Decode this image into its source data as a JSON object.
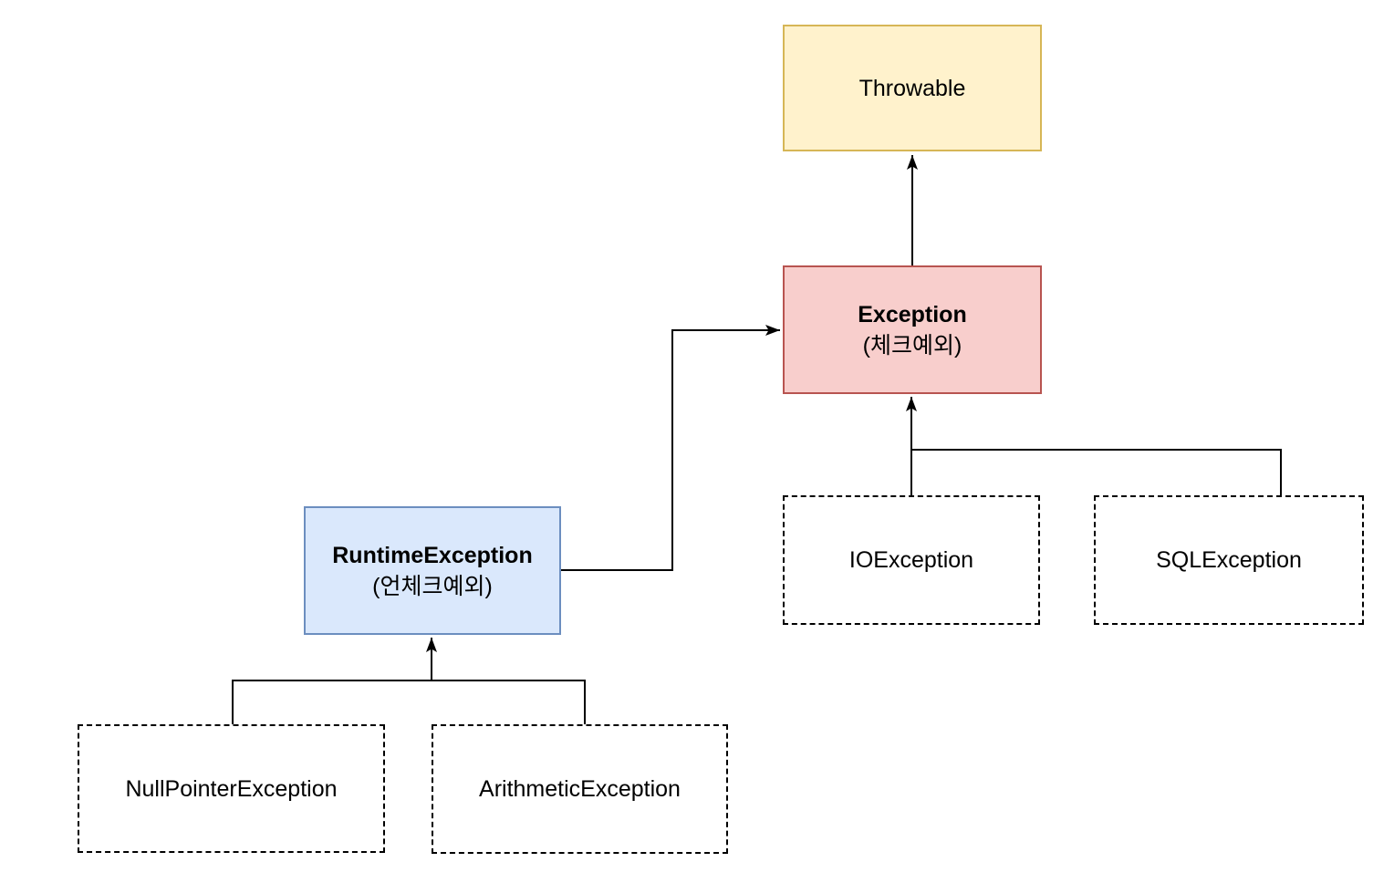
{
  "diagram": {
    "background_color": "#FFFFFF",
    "edge_color": "#000000",
    "nodes": {
      "throwable": {
        "label": "Throwable",
        "fill": "#FFF2CC",
        "stroke": "#D6B656"
      },
      "exception": {
        "label": "Exception",
        "sublabel": "(체크예외)",
        "fill": "#F8CECC",
        "stroke": "#B85450"
      },
      "runtime_exception": {
        "label": "RuntimeException",
        "sublabel": "(언체크예외)",
        "fill": "#DAE8FC",
        "stroke": "#6C8EBF"
      },
      "io_exception": {
        "label": "IOException",
        "fill": "#FFFFFF",
        "stroke": "#000000",
        "border_style": "dashed"
      },
      "sql_exception": {
        "label": "SQLException",
        "fill": "#FFFFFF",
        "stroke": "#000000",
        "border_style": "dashed"
      },
      "null_pointer_exception": {
        "label": "NullPointerException",
        "fill": "#FFFFFF",
        "stroke": "#000000",
        "border_style": "dashed"
      },
      "arithmetic_exception": {
        "label": "ArithmeticException",
        "fill": "#FFFFFF",
        "stroke": "#000000",
        "border_style": "dashed"
      }
    },
    "edges": [
      {
        "from": "Exception",
        "to": "Throwable",
        "arrow": true
      },
      {
        "from": "RuntimeException",
        "to": "Exception",
        "arrow": true
      },
      {
        "from": "IOException",
        "to": "Exception",
        "arrow": true
      },
      {
        "from": "SQLException",
        "to": "Exception",
        "arrow": true
      },
      {
        "from": "NullPointerException",
        "to": "RuntimeException",
        "arrow": true
      },
      {
        "from": "ArithmeticException",
        "to": "RuntimeException",
        "arrow": true
      }
    ]
  }
}
